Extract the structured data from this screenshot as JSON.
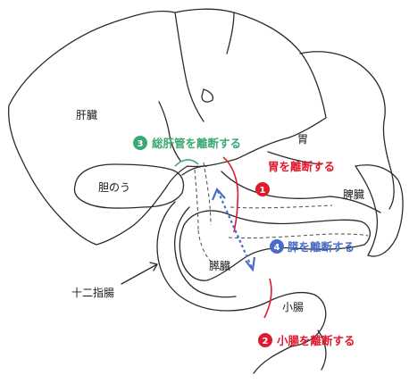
{
  "colors": {
    "red": "#e0192d",
    "green": "#3aa874",
    "blue": "#4a6cc8",
    "ink": "#1a1a1a"
  },
  "organs": {
    "liver": "肝臓",
    "stomach": "胃",
    "gallbladder": "胆のう",
    "spleen": "脾臓",
    "pancreas": "膵臓",
    "duodenum": "十二指腸",
    "small_intestine": "小腸"
  },
  "steps": [
    {
      "number": "1",
      "label": "胃を離断する",
      "color": "red"
    },
    {
      "number": "2",
      "label": "小腸を離断する",
      "color": "red"
    },
    {
      "number": "3",
      "label": "総肝管を離断する",
      "color": "green"
    },
    {
      "number": "4",
      "label": "膵を離断する",
      "color": "blue"
    }
  ]
}
